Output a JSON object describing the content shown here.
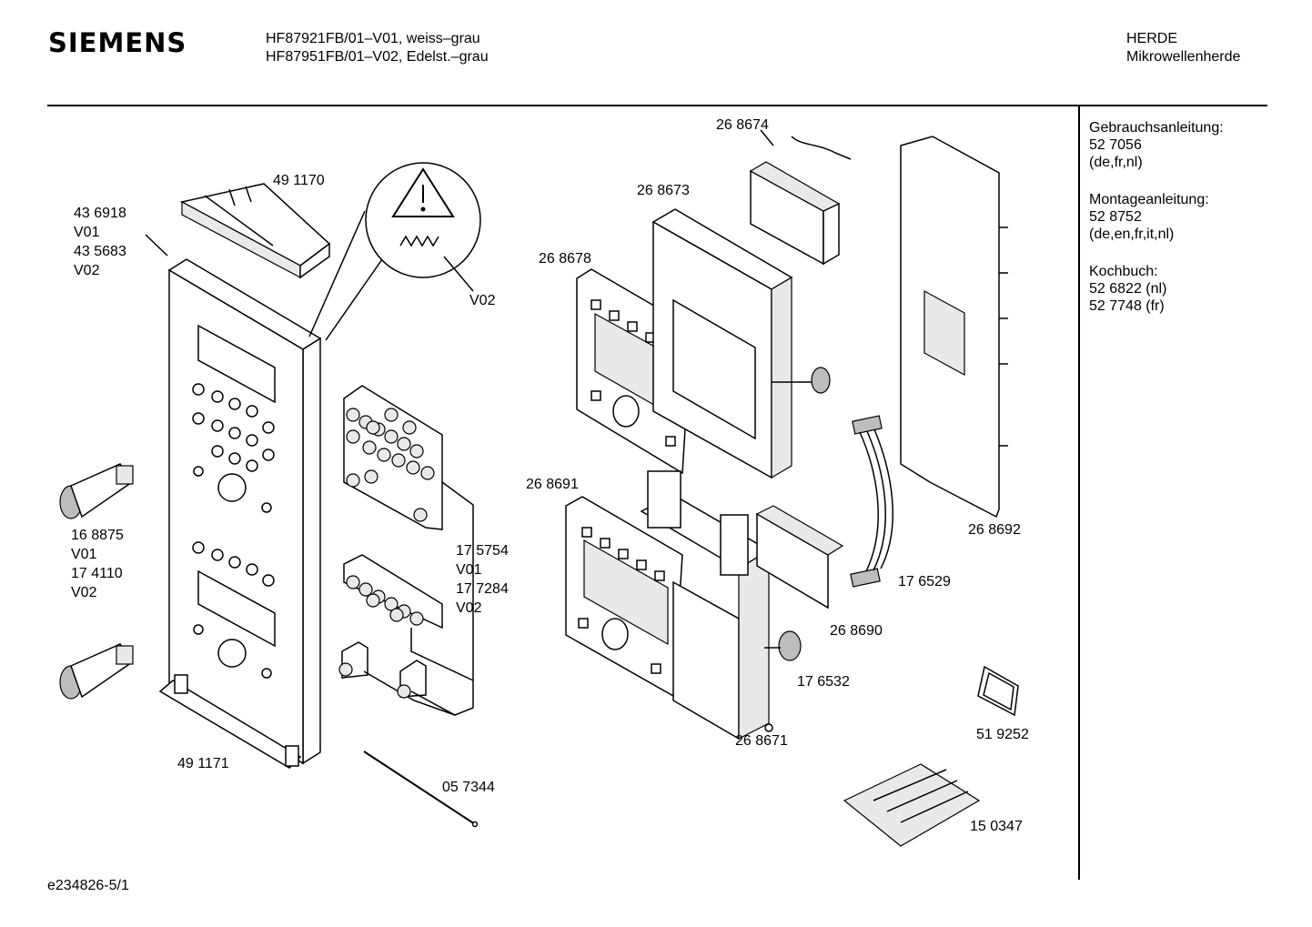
{
  "header": {
    "brand": "SIEMENS",
    "model_line_1": "HF87921FB/01–V01, weiss–grau",
    "model_line_2": "HF87951FB/01–V02, Edelst.–grau",
    "category_line_1": "HERDE",
    "category_line_2": "Mikrowellenherde"
  },
  "sidebar": {
    "gebrauch_title": "Gebrauchsanleitung:",
    "gebrauch_number": "52 7056",
    "gebrauch_langs": "(de,fr,nl)",
    "montage_title": "Montageanleitung:",
    "montage_number": "52 8752",
    "montage_langs": "(de,en,fr,it,nl)",
    "koch_title": "Kochbuch:",
    "koch_number_1": "52 6822 (nl)",
    "koch_number_2": "52 7748 (fr)"
  },
  "footer": {
    "drawing_id": "e234826-5/1"
  },
  "callouts": {
    "p491170": "49 1170",
    "p436918": "43 6918",
    "p436918_var": "V01",
    "p435683": "43 5683",
    "p435683_var": "V02",
    "warn_var": "V02",
    "p168875": "16 8875",
    "p168875_var": "V01",
    "p174110": "17 4110",
    "p174110_var": "V02",
    "p175754": "17 5754",
    "p175754_var": "V01",
    "p177284": "17 7284",
    "p177284_var": "V02",
    "p491171": "49 1171",
    "p057344": "05 7344",
    "p268674": "26 8674",
    "p268673": "26 8673",
    "p268678": "26 8678",
    "p268691": "26 8691",
    "p268692": "26 8692",
    "p176529": "17 6529",
    "p268690": "26 8690",
    "p176532": "17 6532",
    "p268671": "26 8671",
    "p519252": "51 9252",
    "p150347": "15 0347"
  }
}
